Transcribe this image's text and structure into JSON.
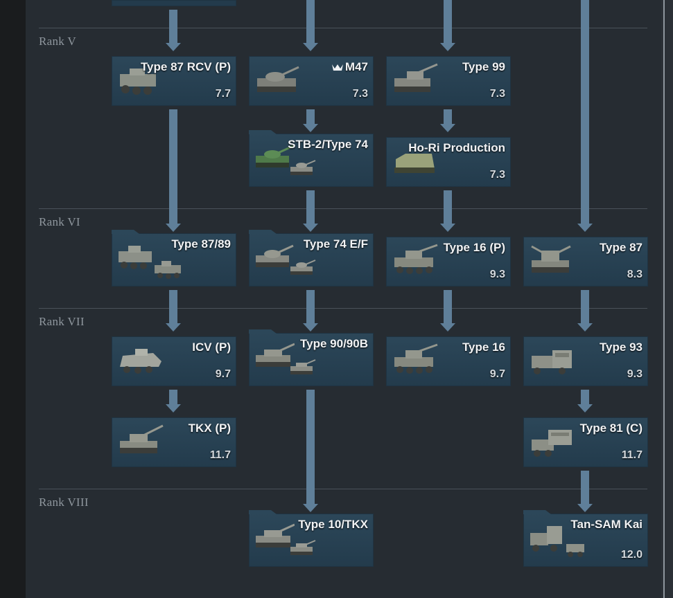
{
  "ranks": [
    {
      "label": "Rank V"
    },
    {
      "label": "Rank VI"
    },
    {
      "label": "Rank VII"
    },
    {
      "label": "Rank VIII"
    }
  ],
  "vehicles": {
    "type87rcv": {
      "name": "Type 87 RCV (P)",
      "br": "7.7"
    },
    "m47": {
      "name": "M47",
      "br": "7.3"
    },
    "type99": {
      "name": "Type 99",
      "br": "7.3"
    },
    "stb2": {
      "name": "STB-2/Type 74",
      "br": ""
    },
    "hori": {
      "name": "Ho-Ri Production",
      "br": "7.3"
    },
    "type8789": {
      "name": "Type 87/89",
      "br": ""
    },
    "type74ef": {
      "name": "Type 74 E/F",
      "br": ""
    },
    "type16p": {
      "name": "Type 16 (P)",
      "br": "9.3"
    },
    "type87": {
      "name": "Type 87",
      "br": "8.3"
    },
    "icvp": {
      "name": "ICV (P)",
      "br": "9.7"
    },
    "type9090b": {
      "name": "Type 90/90B",
      "br": ""
    },
    "type16": {
      "name": "Type 16",
      "br": "9.7"
    },
    "type93": {
      "name": "Type 93",
      "br": "9.3"
    },
    "tkxp": {
      "name": "TKX (P)",
      "br": "11.7"
    },
    "type81c": {
      "name": "Type 81 (C)",
      "br": "11.7"
    },
    "type10tkx": {
      "name": "Type 10/TKX",
      "br": ""
    },
    "tansam": {
      "name": "Tan-SAM Kai",
      "br": "12.0"
    }
  },
  "icons": {
    "nation_m47": "usa-eagle-icon",
    "vehicle": "tank-icon"
  },
  "colors": {
    "card": "#2c4759",
    "arrow": "#5f7f99",
    "panel": "#262c32",
    "rank_label": "#8f979e"
  }
}
